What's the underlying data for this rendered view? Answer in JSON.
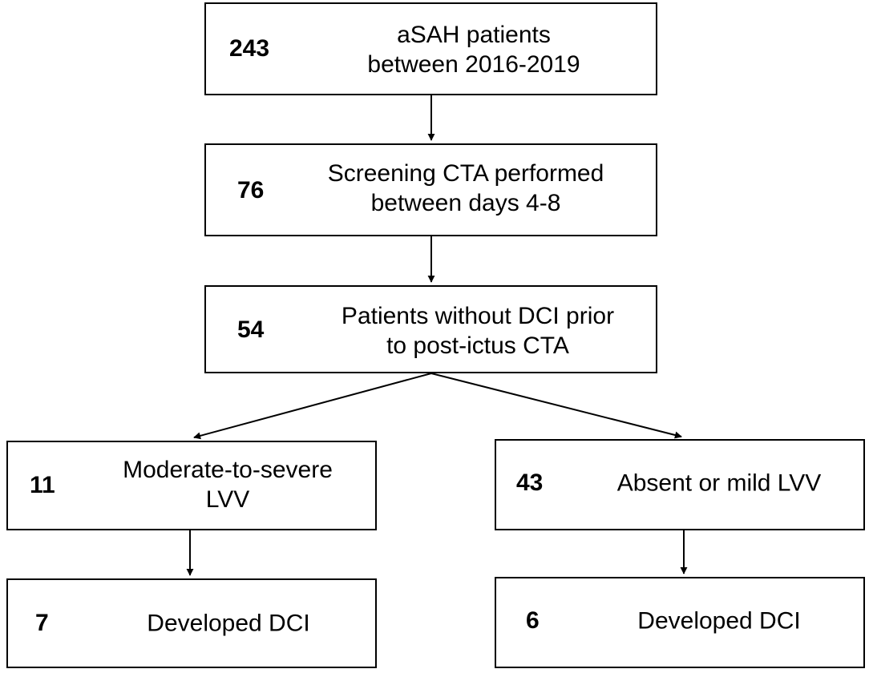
{
  "boxes": {
    "initial": {
      "count": "243",
      "line1": "aSAH patients",
      "line2": "between 2016-2019"
    },
    "screening": {
      "count": "76",
      "line1": "Screening CTA performed",
      "line2": "between days 4-8"
    },
    "without_dci": {
      "count": "54",
      "line1": "Patients without DCI prior",
      "line2": "to post-ictus CTA"
    },
    "severe_lvv": {
      "count": "11",
      "line1": "Moderate-to-severe",
      "line2": "LVV"
    },
    "mild_lvv": {
      "count": "43",
      "line1": "Absent or mild LVV"
    },
    "severe_dci": {
      "count": "7",
      "line1": "Developed DCI"
    },
    "mild_dci": {
      "count": "6",
      "line1": "Developed DCI"
    }
  }
}
